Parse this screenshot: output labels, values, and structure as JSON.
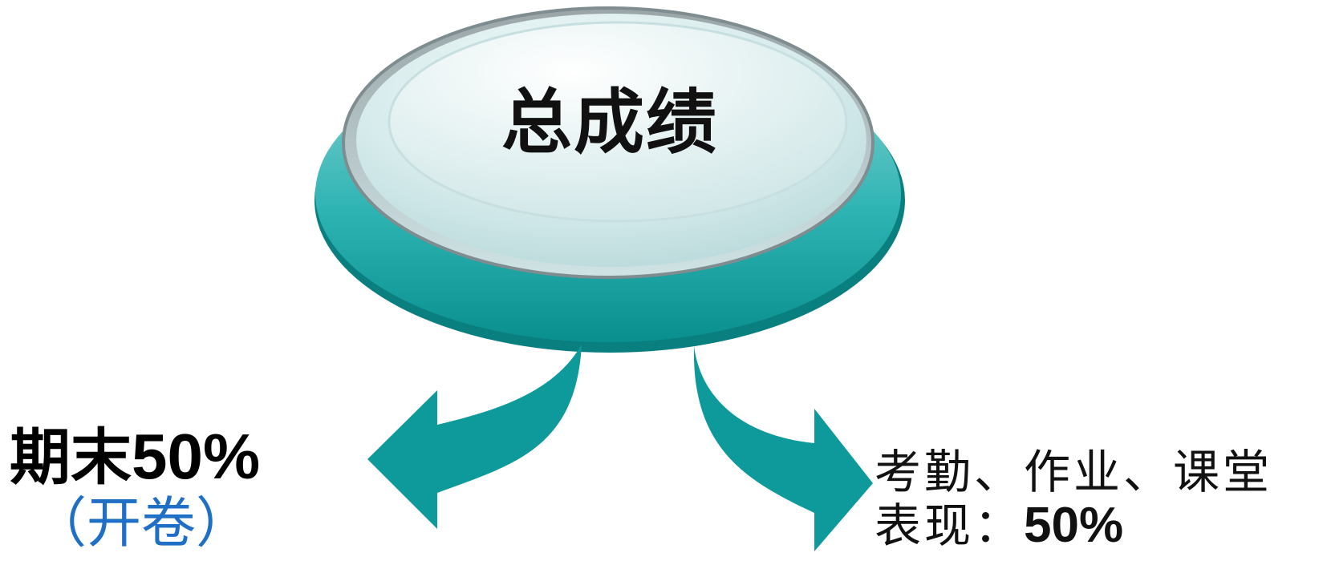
{
  "center": {
    "title": "总成绩"
  },
  "left_branch": {
    "label": "期末",
    "percent": "50%",
    "note": "（开卷）",
    "note_color": "#1f6fc7"
  },
  "right_branch": {
    "label_line1": "考勤、作业、课堂",
    "label_line2": "表现：",
    "percent": "50%"
  },
  "colors": {
    "accent_teal": "#0e9a9a",
    "disc_light": "#d9eeee",
    "text": "#111111"
  }
}
